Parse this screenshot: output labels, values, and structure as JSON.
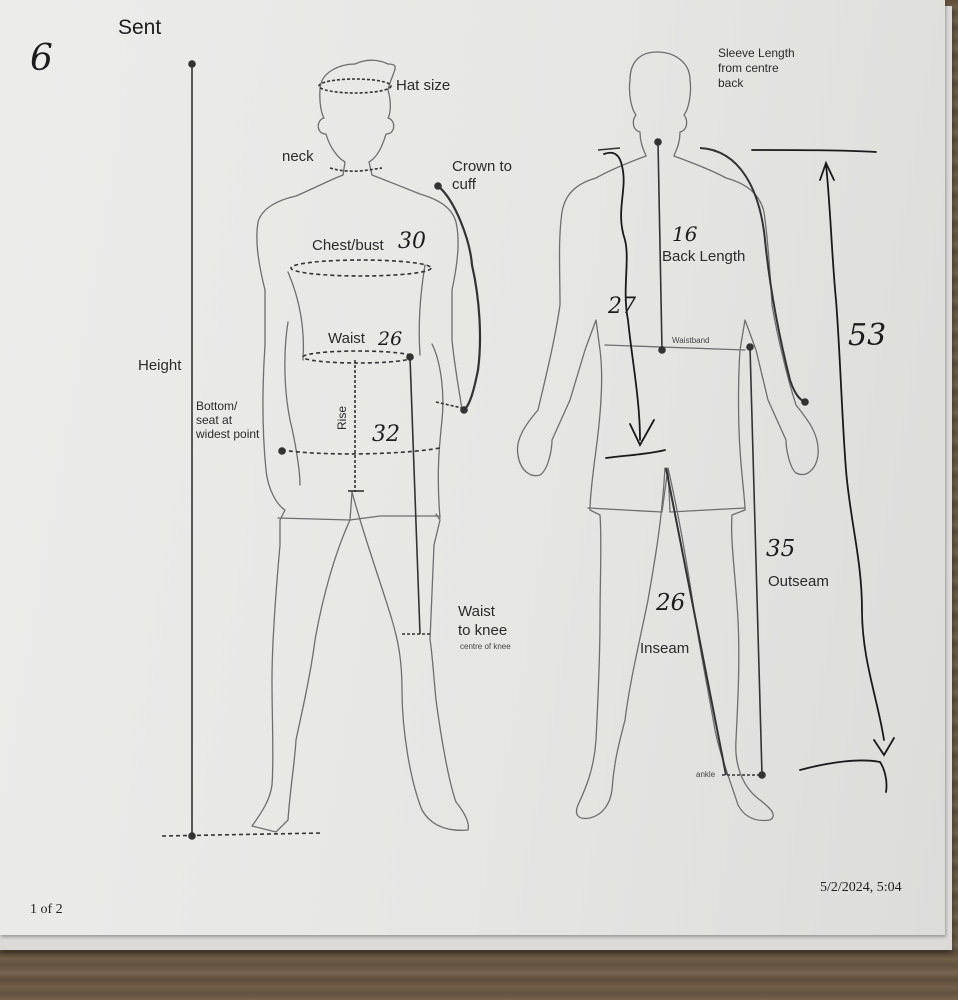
{
  "header": {
    "status": "Sent",
    "page_mark": "6"
  },
  "front_labels": {
    "hat_size": "Hat size",
    "neck": "neck",
    "crown_to_cuff": [
      "Crown to",
      "cuff"
    ],
    "chest_bust": "Chest/bust",
    "waist": "Waist",
    "height": "Height",
    "bottom_seat": [
      "Bottom/",
      "seat at",
      "widest point"
    ],
    "rise": "Rise",
    "waist_to_knee": [
      "Waist",
      "to knee"
    ],
    "centre_of_knee": "centre of knee"
  },
  "back_labels": {
    "sleeve_length": [
      "Sleeve Length",
      "from centre",
      "back"
    ],
    "back_length": "Back Length",
    "waistband": "Waistband",
    "outseam": "Outseam",
    "inseam": "Inseam",
    "ankle": "ankle"
  },
  "measurements": {
    "chest": "30",
    "waist": "26",
    "seat": "32",
    "back_length": "16",
    "back_to_crotch": "27",
    "sleeve": "53",
    "outseam": "35",
    "inseam": "26"
  },
  "footer": {
    "page_count": "1 of 2",
    "timestamp": "5/2/2024, 5:04"
  },
  "colors": {
    "paper": "#e8e8e5",
    "wood": "#6b5a45",
    "ink": "#2b2b2b"
  }
}
